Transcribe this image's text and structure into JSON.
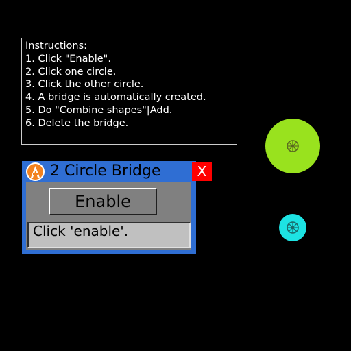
{
  "instructions": {
    "lines": [
      "Instructions:",
      "1. Click \"Enable\".",
      "2. Click one circle.",
      "3. Click the other circle.",
      "4. A bridge is automatically created.",
      "5. Do \"Combine shapes\"|Add.",
      "6. Delete the bridge."
    ]
  },
  "dialog": {
    "title": "2 Circle Bridge",
    "close_label": "X",
    "enable_label": "Enable",
    "status_text": "Click 'enable'.",
    "icon": "app-logo-icon"
  },
  "circles": [
    {
      "name": "circle-large",
      "color": "#99e21e",
      "icon": "target-icon"
    },
    {
      "name": "circle-small",
      "color": "#1de3e3",
      "icon": "target-icon"
    }
  ],
  "colors": {
    "background": "#000000",
    "dialog_frame": "#2f6ed3",
    "close_button": "#ff0000",
    "app_icon": "#f2821f"
  }
}
